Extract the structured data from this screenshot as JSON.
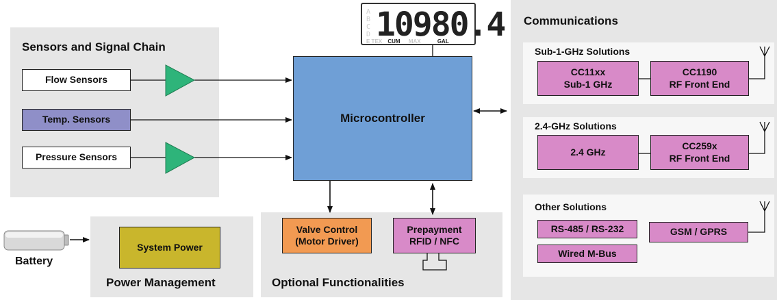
{
  "sensors": {
    "title": "Sensors and Signal Chain",
    "flow": "Flow Sensors",
    "temp": "Temp. Sensors",
    "pressure": "Pressure Sensors"
  },
  "mcu": {
    "label": "Microcontroller"
  },
  "lcd": {
    "digits": "10980.4",
    "units": {
      "e_tex": "E TEX",
      "cum": "CUM",
      "max": "MAX",
      "gal": "GAL"
    }
  },
  "communications": {
    "title": "Communications",
    "sub1": {
      "title": "Sub-1-GHz Solutions",
      "chip": [
        "CC11xx",
        "Sub-1 GHz"
      ],
      "frontend": [
        "CC1190",
        "RF Front End"
      ]
    },
    "ghz24": {
      "title": "2.4-GHz Solutions",
      "chip": "2.4 GHz",
      "frontend": [
        "CC259x",
        "RF Front End"
      ]
    },
    "other": {
      "title": "Other Solutions",
      "rs": "RS-485 / RS-232",
      "gsm": "GSM / GPRS",
      "mbus": "Wired M-Bus"
    }
  },
  "power": {
    "title": "Power Management",
    "system": "System Power",
    "battery": "Battery"
  },
  "optional": {
    "title": "Optional Functionalities",
    "valve": [
      "Valve Control",
      "(Motor Driver)"
    ],
    "prepay": [
      "Prepayment",
      "RFID / NFC"
    ]
  },
  "colors": {
    "panel": "#e6e6e6",
    "mcu": "#6f9fd6",
    "temp": "#8f8fc8",
    "amp": "#2eb47a",
    "pink": "#d88ac8",
    "valve": "#f29a52",
    "system_power": "#c9b62c"
  }
}
